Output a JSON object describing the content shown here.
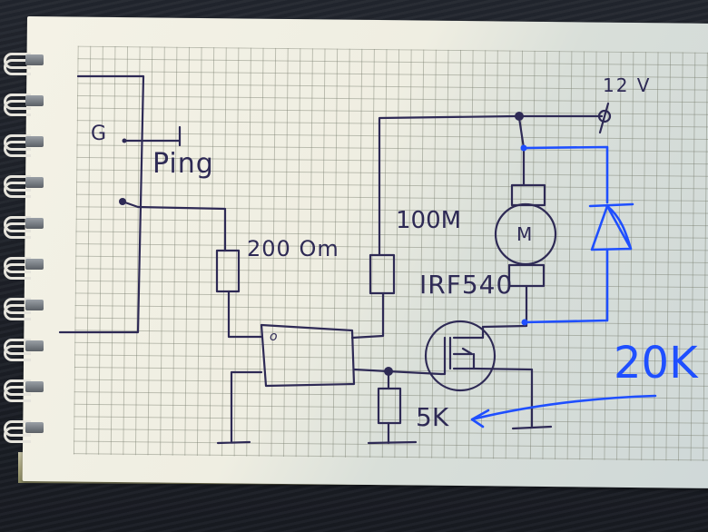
{
  "diagram": {
    "type": "hand-drawn circuit schematic",
    "labels": {
      "pin_g": "G",
      "ping": "Ping",
      "r1_value": "200 Om",
      "r2_value": "100M",
      "motor": "M",
      "mosfet": "IRF540",
      "supply": "12 V",
      "r3_value": "5K",
      "annotation": "20K",
      "chip_marker": "o"
    },
    "colors": {
      "ink": "#2e2a55",
      "annotation_ink": "#1f4fff",
      "paper": "#f4f2e6",
      "grid": "#9a9f8f"
    },
    "components": [
      {
        "id": "sensor",
        "name": "Ping"
      },
      {
        "id": "r1",
        "kind": "resistor",
        "value": "200 Om"
      },
      {
        "id": "r2",
        "kind": "resistor",
        "value": "100M"
      },
      {
        "id": "ic",
        "kind": "chip"
      },
      {
        "id": "q1",
        "kind": "mosfet",
        "part": "IRF540"
      },
      {
        "id": "m1",
        "kind": "motor",
        "label": "M"
      },
      {
        "id": "d1",
        "kind": "diode",
        "added": true
      },
      {
        "id": "r3",
        "kind": "resistor",
        "value": "5K",
        "correction": "20K"
      },
      {
        "id": "vcc",
        "kind": "supply",
        "value": "12 V"
      }
    ]
  }
}
